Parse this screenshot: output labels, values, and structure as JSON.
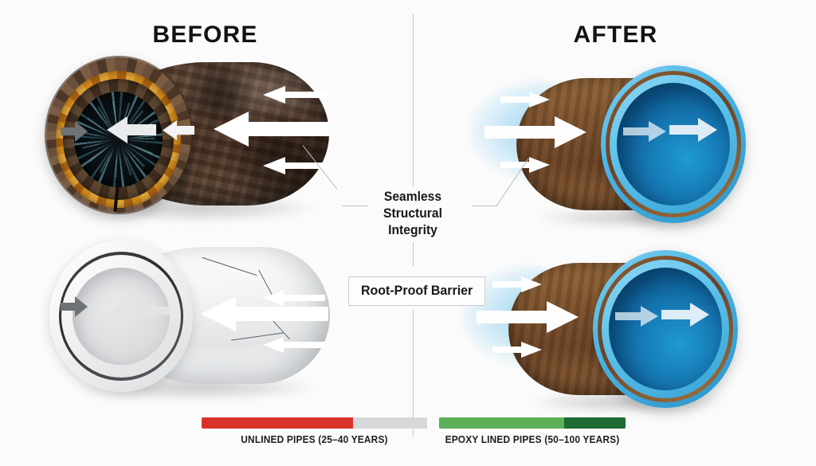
{
  "headings": {
    "before": "BEFORE",
    "after": "AFTER"
  },
  "center_labels": {
    "seamless": "Seamless\nStructural\nIntegrity",
    "seamless_line1": "Seamless",
    "seamless_line2": "Structural",
    "seamless_line3": "Integrity",
    "root_proof": "Root-Proof Barrier"
  },
  "legend": {
    "left": {
      "caption": "UNLINED PIPES (25–40 YEARS)",
      "fill_color": "#d8332a",
      "track_color": "#d6d8d9",
      "fill_percent": 67
    },
    "right": {
      "caption": "EPOXY LINED PIPES (50–100 YEARS)",
      "fill_color": "#5cb057",
      "fill_color_2": "#1e6b33",
      "fill_percent": 67
    }
  },
  "colors": {
    "background": "#fbfbfb",
    "divider": "#bfc2c4",
    "heading_text": "#111214",
    "rust_ring": "#d38b1e",
    "pipe_brown": "#7f5530",
    "epoxy_blue": "#49b4e4",
    "bore_blue": "#1679b4",
    "water_swirl": "#80c4d6",
    "pvc_white": "#f2f3f4",
    "gray_arrow": "#6e7376",
    "white_arrow": "#ffffff"
  },
  "pipes": {
    "before_top": {
      "name": "corroded-rusty-pipe",
      "description": "Heavily corroded cast-iron pipe with rust ring and dark bore",
      "flow_arrow_direction": "left"
    },
    "before_bottom": {
      "name": "cracked-pvc-pipe",
      "description": "White PVC pipe with wall cracks",
      "flow_arrow_direction": "left"
    },
    "after_top": {
      "name": "epoxy-lined-pipe",
      "description": "Brown host pipe with blue epoxy liner",
      "flow_arrow_direction": "right"
    },
    "after_bottom": {
      "name": "epoxy-lined-pipe",
      "description": "Brown host pipe with blue epoxy liner",
      "flow_arrow_direction": "right"
    }
  },
  "icons": {
    "gray_inlet_arrow": "arrow-right-icon",
    "white_flow_arrow_left": "arrow-left-icon",
    "white_flow_arrow_right": "arrow-right-icon"
  }
}
